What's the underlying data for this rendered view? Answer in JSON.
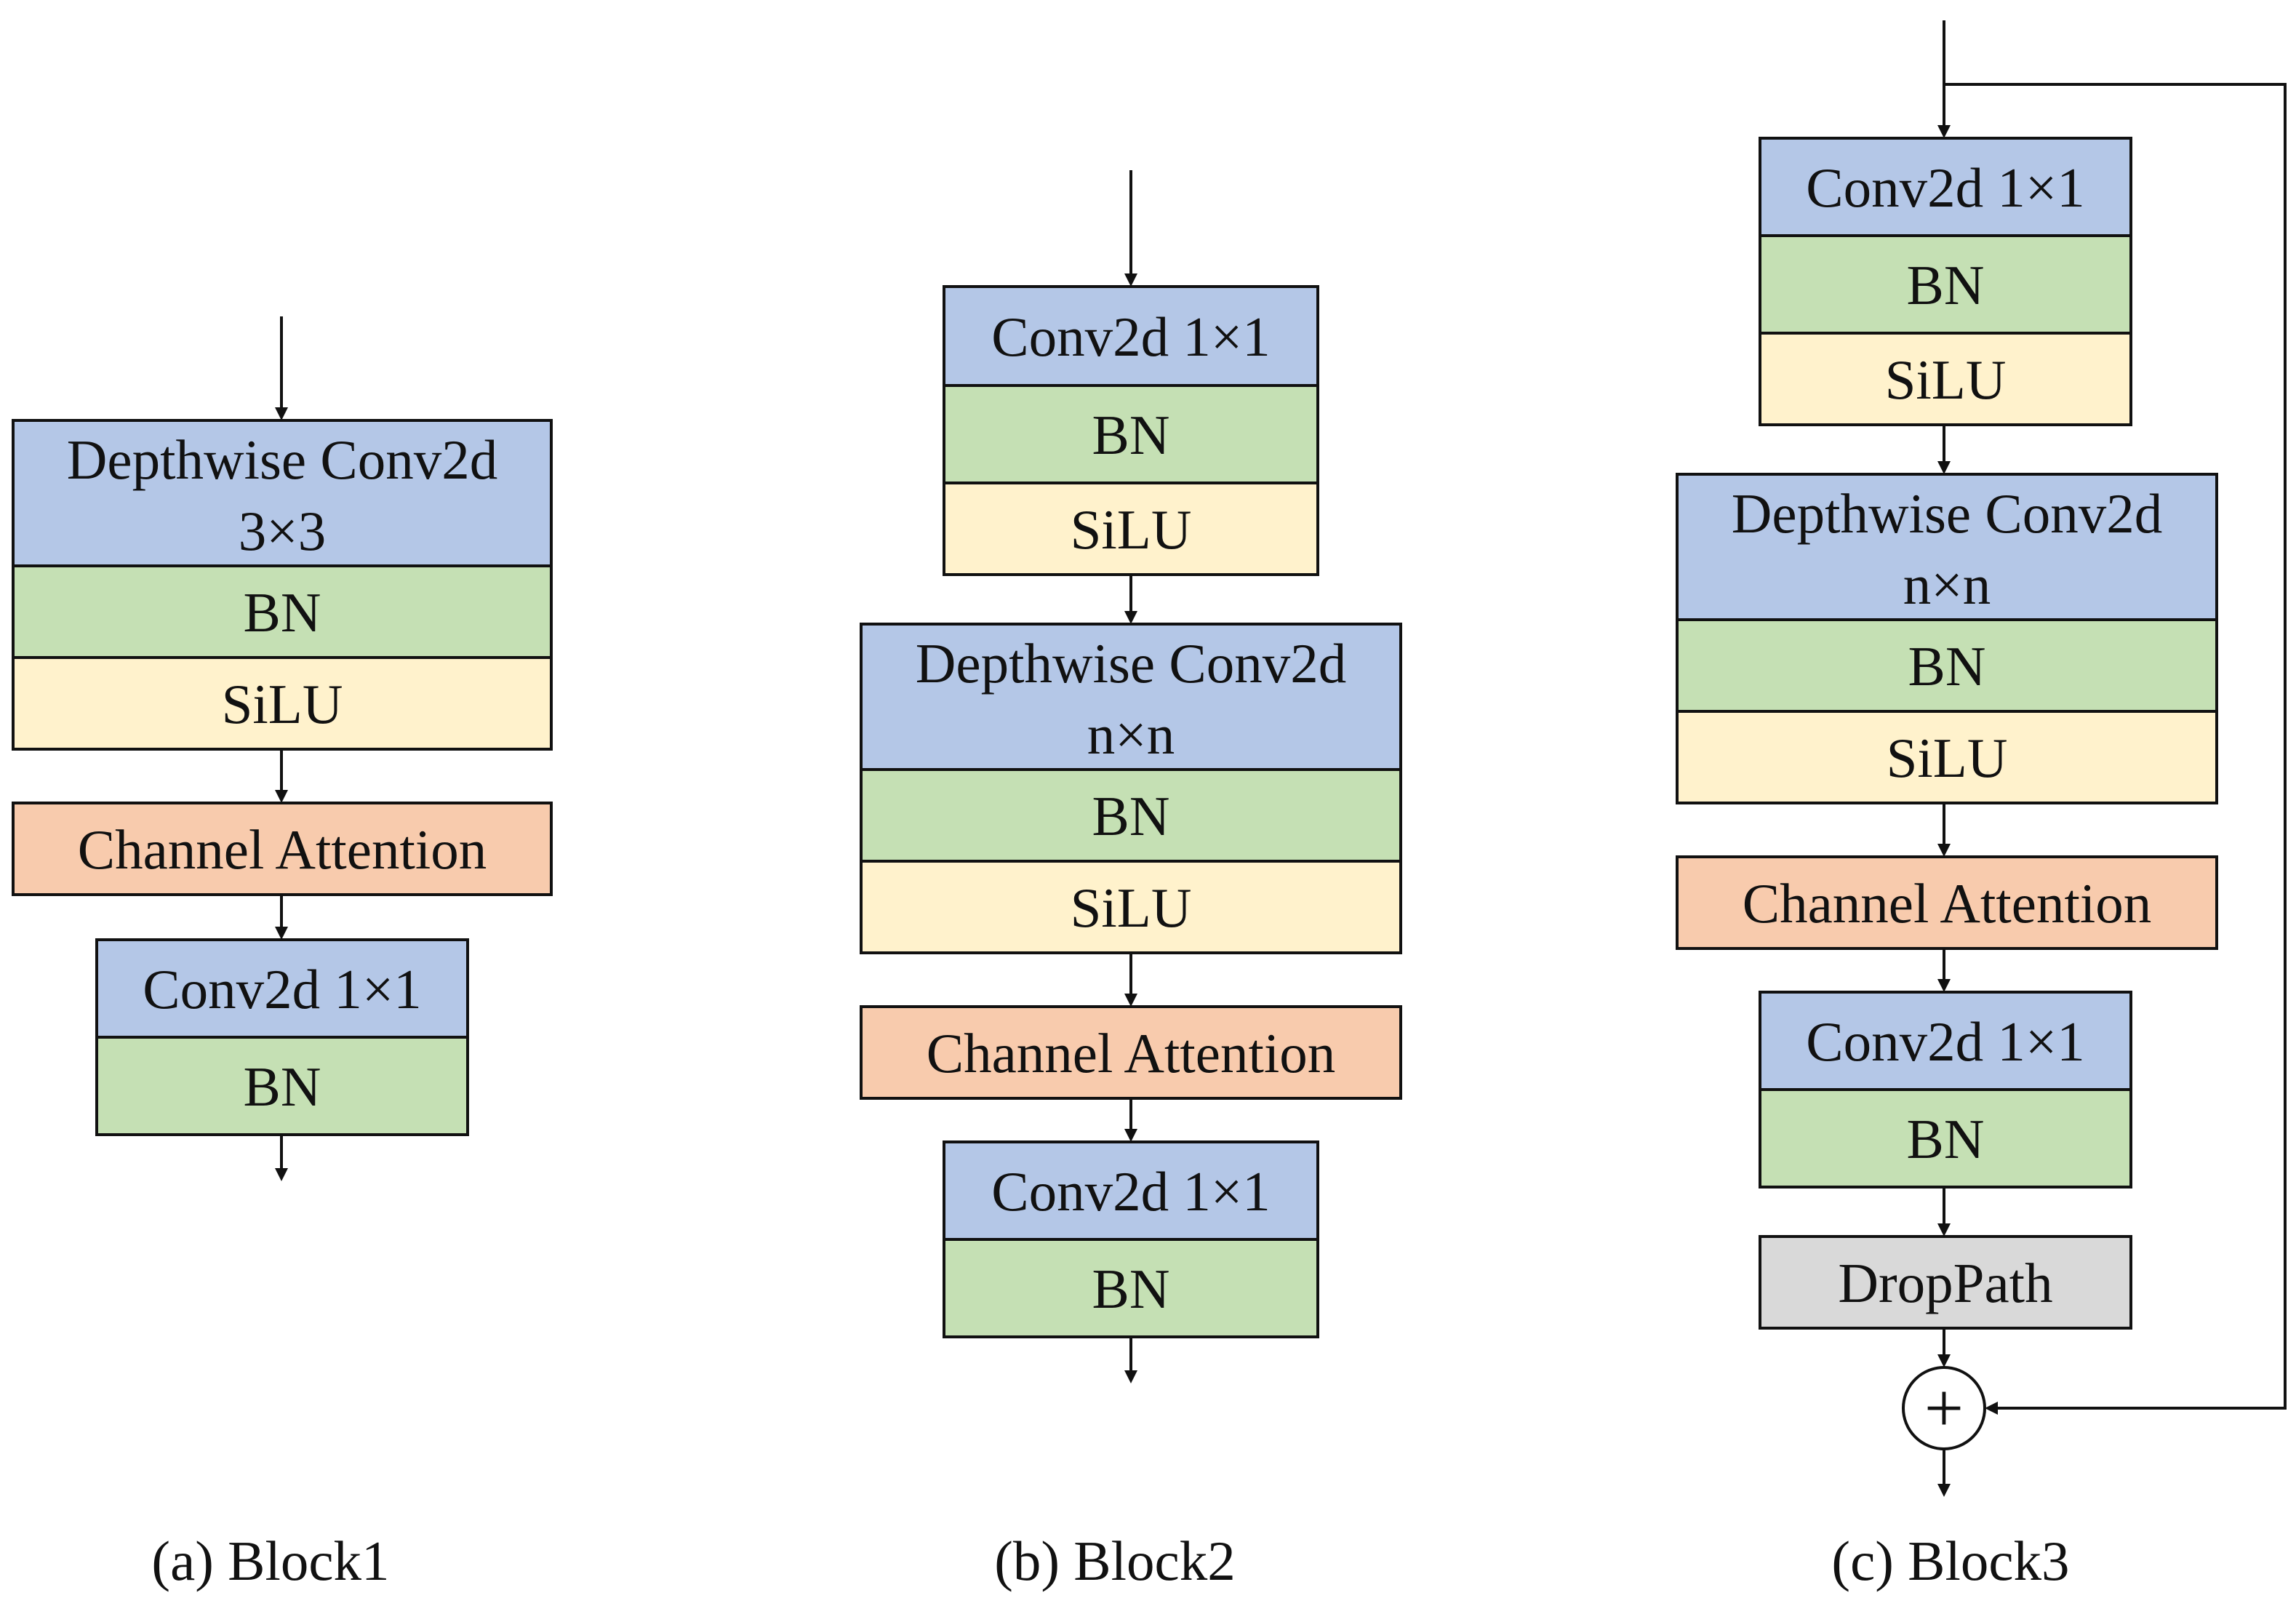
{
  "colors": {
    "conv": "#b4c7e7",
    "bn": "#c5e0b4",
    "silu": "#fff2cc",
    "attention": "#f8cbad",
    "droppath": "#d9d9d9",
    "stroke": "#111111"
  },
  "blocks": [
    {
      "caption": "(a) Block1",
      "layers": [
        {
          "lines": [
            "Depthwise Conv2d",
            "3×3"
          ],
          "kind": "conv"
        },
        {
          "lines": [
            "BN"
          ],
          "kind": "bn"
        },
        {
          "lines": [
            "SiLU"
          ],
          "kind": "silu"
        },
        {
          "lines": [
            "Channel Attention"
          ],
          "kind": "attention"
        },
        {
          "lines": [
            "Conv2d 1×1"
          ],
          "kind": "conv"
        },
        {
          "lines": [
            "BN"
          ],
          "kind": "bn"
        }
      ]
    },
    {
      "caption": "(b) Block2",
      "layers": [
        {
          "lines": [
            "Conv2d 1×1"
          ],
          "kind": "conv"
        },
        {
          "lines": [
            "BN"
          ],
          "kind": "bn"
        },
        {
          "lines": [
            "SiLU"
          ],
          "kind": "silu"
        },
        {
          "lines": [
            "Depthwise Conv2d",
            "n×n"
          ],
          "kind": "conv"
        },
        {
          "lines": [
            "BN"
          ],
          "kind": "bn"
        },
        {
          "lines": [
            "SiLU"
          ],
          "kind": "silu"
        },
        {
          "lines": [
            "Channel Attention"
          ],
          "kind": "attention"
        },
        {
          "lines": [
            "Conv2d 1×1"
          ],
          "kind": "conv"
        },
        {
          "lines": [
            "BN"
          ],
          "kind": "bn"
        }
      ]
    },
    {
      "caption": "(c) Block3",
      "layers": [
        {
          "lines": [
            "Conv2d 1×1"
          ],
          "kind": "conv"
        },
        {
          "lines": [
            "BN"
          ],
          "kind": "bn"
        },
        {
          "lines": [
            "SiLU"
          ],
          "kind": "silu"
        },
        {
          "lines": [
            "Depthwise Conv2d",
            "n×n"
          ],
          "kind": "conv"
        },
        {
          "lines": [
            "BN"
          ],
          "kind": "bn"
        },
        {
          "lines": [
            "SiLU"
          ],
          "kind": "silu"
        },
        {
          "lines": [
            "Channel Attention"
          ],
          "kind": "attention"
        },
        {
          "lines": [
            "Conv2d 1×1"
          ],
          "kind": "conv"
        },
        {
          "lines": [
            "BN"
          ],
          "kind": "bn"
        },
        {
          "lines": [
            "DropPath"
          ],
          "kind": "droppath"
        }
      ],
      "residual_symbol": "+"
    }
  ]
}
